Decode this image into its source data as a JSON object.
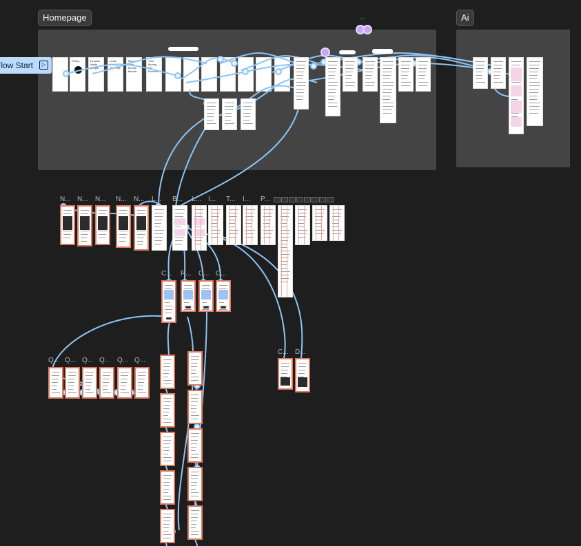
{
  "sections": [
    {
      "label": "Homepage"
    },
    {
      "label": "Ai"
    }
  ],
  "flow_start": {
    "label": "Flow Start"
  },
  "overflow_indicator": "...",
  "row_titles": [
    "N...",
    "N...",
    "N...",
    "N...",
    "N...",
    "L...",
    "B...",
    "L...",
    "I...",
    "T...",
    "I...",
    "P..."
  ],
  "mid_titles": [
    "C...",
    "R...",
    "C...",
    "C..."
  ],
  "quiz_titles": [
    "Q...",
    "Q...",
    "Q...",
    "Q...",
    "Q...",
    "Q..."
  ],
  "small_titles": [
    "C...",
    "D..."
  ],
  "homepage_frames": [
    {
      "text": ""
    },
    {
      "text": "Penny"
    },
    {
      "text": "Finance Made Simple"
    },
    {
      "text": "Learn Money Tool Rep"
    },
    {
      "text": "Meet Your Money Mentor"
    },
    {
      "text": "Your Money, Our Promise"
    }
  ],
  "colors": {
    "canvas": "#1e1e1e",
    "section": "#444444",
    "connector": "#8cc4f5",
    "flow_start": "#bcdcff",
    "frame_border_red": "#e07a5f"
  }
}
